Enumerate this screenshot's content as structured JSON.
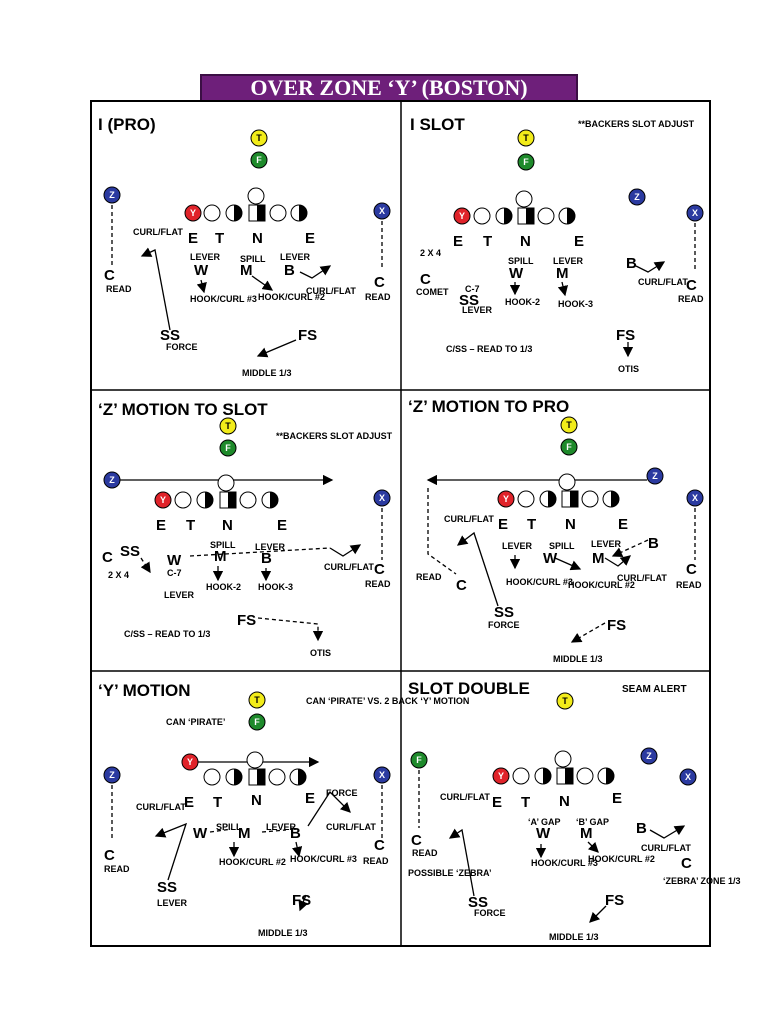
{
  "title": "OVER ZONE ‘Y’ (BOSTON)",
  "colors": {
    "title_bar": "#6e1f7a",
    "tailback": "#f2ec1a",
    "fullback": "#1e8a2b",
    "receiver": "#2b3aa0",
    "tight_end": "#e0232a"
  },
  "panels": [
    {
      "title": "I (PRO)",
      "notes": [],
      "offense": [
        {
          "id": "T",
          "label": "T",
          "color": "yellow"
        },
        {
          "id": "F",
          "label": "F",
          "color": "green"
        },
        {
          "id": "Z",
          "label": "Z",
          "color": "blue"
        },
        {
          "id": "Y",
          "label": "Y",
          "color": "red"
        },
        {
          "id": "X",
          "label": "X",
          "color": "blue"
        }
      ],
      "defense_letters": [
        "E",
        "T",
        "N",
        "E",
        "C",
        "W",
        "M",
        "B",
        "C",
        "SS",
        "FS"
      ],
      "labels": [
        "CURL/FLAT",
        "READ",
        "LEVER",
        "SPILL",
        "LEVER",
        "HOOK/CURL #3",
        "HOOK/CURL #2",
        "CURL/FLAT",
        "READ",
        "FORCE",
        "MIDDLE 1/3"
      ]
    },
    {
      "title": "I SLOT",
      "notes": [
        "**BACKERS SLOT ADJUST"
      ],
      "offense": [
        {
          "id": "T",
          "label": "T",
          "color": "yellow"
        },
        {
          "id": "F",
          "label": "F",
          "color": "green"
        },
        {
          "id": "Y",
          "label": "Y",
          "color": "red"
        },
        {
          "id": "Z",
          "label": "Z",
          "color": "blue"
        },
        {
          "id": "X",
          "label": "X",
          "color": "blue"
        }
      ],
      "defense_letters": [
        "E",
        "T",
        "N",
        "E",
        "C",
        "W",
        "M",
        "SS",
        "B",
        "C",
        "FS"
      ],
      "labels": [
        "2 X 4",
        "COMET",
        "C-7",
        "LEVER",
        "SPILL",
        "LEVER",
        "HOOK-2",
        "HOOK-3",
        "CURL/FLAT",
        "READ",
        "C/SS – READ TO 1/3",
        "OTIS"
      ]
    },
    {
      "title": "‘Z’ MOTION TO SLOT",
      "notes": [
        "**BACKERS SLOT ADJUST"
      ],
      "offense": [
        {
          "id": "T",
          "label": "T",
          "color": "yellow"
        },
        {
          "id": "F",
          "label": "F",
          "color": "green"
        },
        {
          "id": "Z",
          "label": "Z",
          "color": "blue"
        },
        {
          "id": "Y",
          "label": "Y",
          "color": "red"
        },
        {
          "id": "X",
          "label": "X",
          "color": "blue"
        }
      ],
      "defense_letters": [
        "E",
        "T",
        "N",
        "E",
        "C",
        "SS",
        "W",
        "M",
        "B",
        "C",
        "FS"
      ],
      "labels": [
        "2 X 4",
        "C-7",
        "LEVER",
        "SPILL",
        "LEVER",
        "HOOK-2",
        "HOOK-3",
        "CURL/FLAT",
        "READ",
        "C/SS – READ TO 1/3",
        "OTIS"
      ]
    },
    {
      "title": "‘Z’ MOTION TO PRO",
      "notes": [],
      "offense": [
        {
          "id": "T",
          "label": "T",
          "color": "yellow"
        },
        {
          "id": "F",
          "label": "F",
          "color": "green"
        },
        {
          "id": "Z",
          "label": "Z",
          "color": "blue"
        },
        {
          "id": "Y",
          "label": "Y",
          "color": "red"
        },
        {
          "id": "X",
          "label": "X",
          "color": "blue"
        }
      ],
      "defense_letters": [
        "E",
        "T",
        "N",
        "E",
        "C",
        "W",
        "M",
        "B",
        "C",
        "SS",
        "FS"
      ],
      "labels": [
        "CURL/FLAT",
        "READ",
        "LEVER",
        "SPILL",
        "LEVER",
        "HOOK/CURL #3",
        "HOOK/CURL #2",
        "CURL/FLAT",
        "READ",
        "FORCE",
        "MIDDLE 1/3"
      ]
    },
    {
      "title": "‘Y’ MOTION",
      "notes": [
        "CAN ‘PIRATE’ VS. 2 BACK ‘Y’ MOTION",
        "CAN ‘PIRATE’"
      ],
      "offense": [
        {
          "id": "T",
          "label": "T",
          "color": "yellow"
        },
        {
          "id": "F",
          "label": "F",
          "color": "green"
        },
        {
          "id": "Z",
          "label": "Z",
          "color": "blue"
        },
        {
          "id": "Y",
          "label": "Y",
          "color": "red"
        },
        {
          "id": "X",
          "label": "X",
          "color": "blue"
        }
      ],
      "defense_letters": [
        "E",
        "T",
        "N",
        "E",
        "C",
        "W",
        "M",
        "B",
        "C",
        "SS",
        "FS"
      ],
      "labels": [
        "CURL/FLAT",
        "READ",
        "SPILL",
        "LEVER",
        "FORCE",
        "HOOK/CURL #2",
        "HOOK/CURL #3",
        "CURL/FLAT",
        "READ",
        "LEVER",
        "MIDDLE 1/3"
      ]
    },
    {
      "title": "SLOT DOUBLE",
      "notes": [
        "SEAM ALERT"
      ],
      "offense": [
        {
          "id": "T",
          "label": "T",
          "color": "yellow"
        },
        {
          "id": "F",
          "label": "F",
          "color": "green"
        },
        {
          "id": "Z",
          "label": "Z",
          "color": "blue"
        },
        {
          "id": "X",
          "label": "X",
          "color": "blue"
        },
        {
          "id": "Y",
          "label": "Y",
          "color": "red"
        }
      ],
      "defense_letters": [
        "E",
        "T",
        "N",
        "E",
        "C",
        "W",
        "M",
        "B",
        "C",
        "SS",
        "FS"
      ],
      "labels": [
        "CURL/FLAT",
        "READ",
        "POSSIBLE ‘ZEBRA’",
        "‘A’ GAP",
        "‘B’ GAP",
        "HOOK/CURL #3",
        "HOOK/CURL #2",
        "CURL/FLAT",
        "‘ZEBRA’ ZONE 1/3",
        "FORCE",
        "MIDDLE 1/3"
      ]
    }
  ]
}
